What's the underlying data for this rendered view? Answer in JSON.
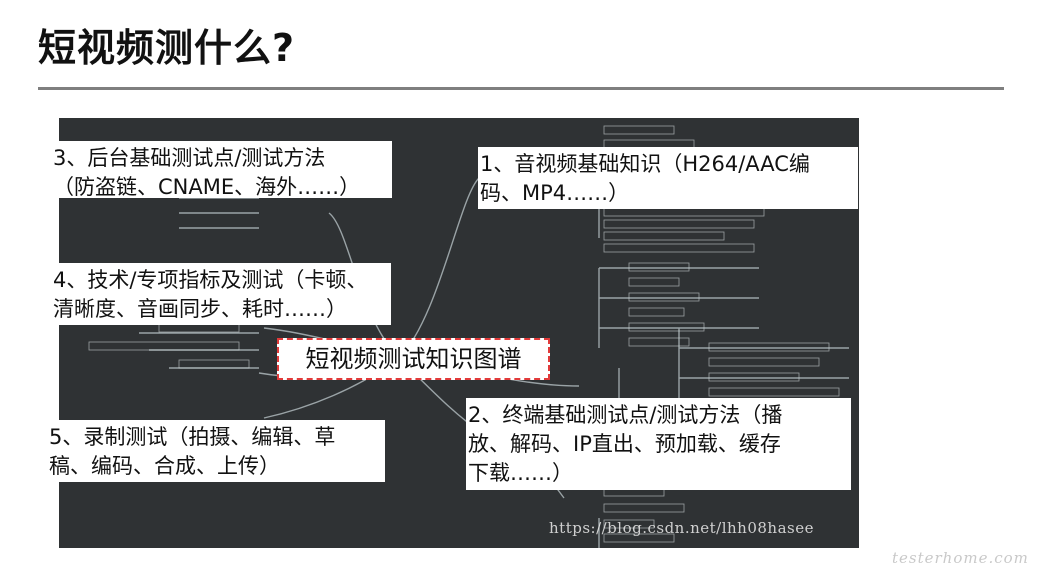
{
  "slide": {
    "title": "短视频测什么?"
  },
  "mindmap": {
    "center_label": "短视频测试知识图谱",
    "callouts": {
      "backend": "3、后台基础测试点/测试方法\n（防盗链、CNAME、海外……）",
      "av_basics": "1、音视频基础知识（H264/AAC编\n码、MP4……）",
      "metrics": "4、技术/专项指标及测试（卡顿、\n清晰度、音画同步、耗时……）",
      "recording": "5、录制测试（拍摄、编辑、草\n稿、编码、合成、上传）",
      "client": "2、终端基础测试点/测试方法（播\n放、解码、IP直出、预加载、缓存\n下载……）"
    }
  },
  "watermarks": {
    "csdn": "https://blog.csdn.net/lhh08hasee",
    "testerhome": "testerhome.com"
  },
  "colors": {
    "mindmap_background": "#2f3234",
    "branch_line": "#9aa3a6",
    "center_border": "#e23a3a",
    "title_rule": "#7f7f7f"
  }
}
